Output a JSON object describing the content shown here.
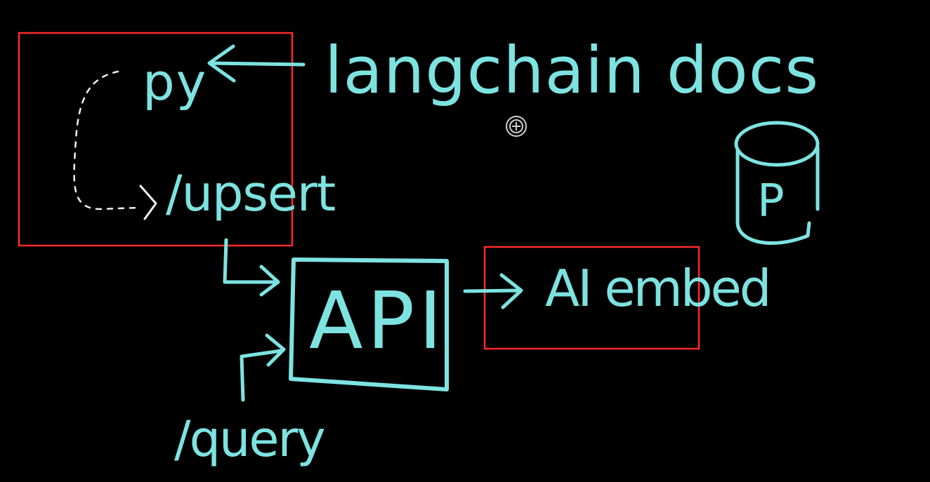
{
  "colors": {
    "background": "#000000",
    "ink": "#7de3e1",
    "highlight": "#ff2a2a",
    "dashed_path": "#eef6e8",
    "cursor": "#cfcfcf"
  },
  "labels": {
    "py": "py",
    "langchain_docs": "langchain docs",
    "upsert": "/upsert",
    "api": "API",
    "ai_embed": "AI embed",
    "query": "/query",
    "db": "P"
  },
  "icons": {
    "cursor": "crosshair-plus-icon",
    "database": "database-cylinder-icon"
  }
}
